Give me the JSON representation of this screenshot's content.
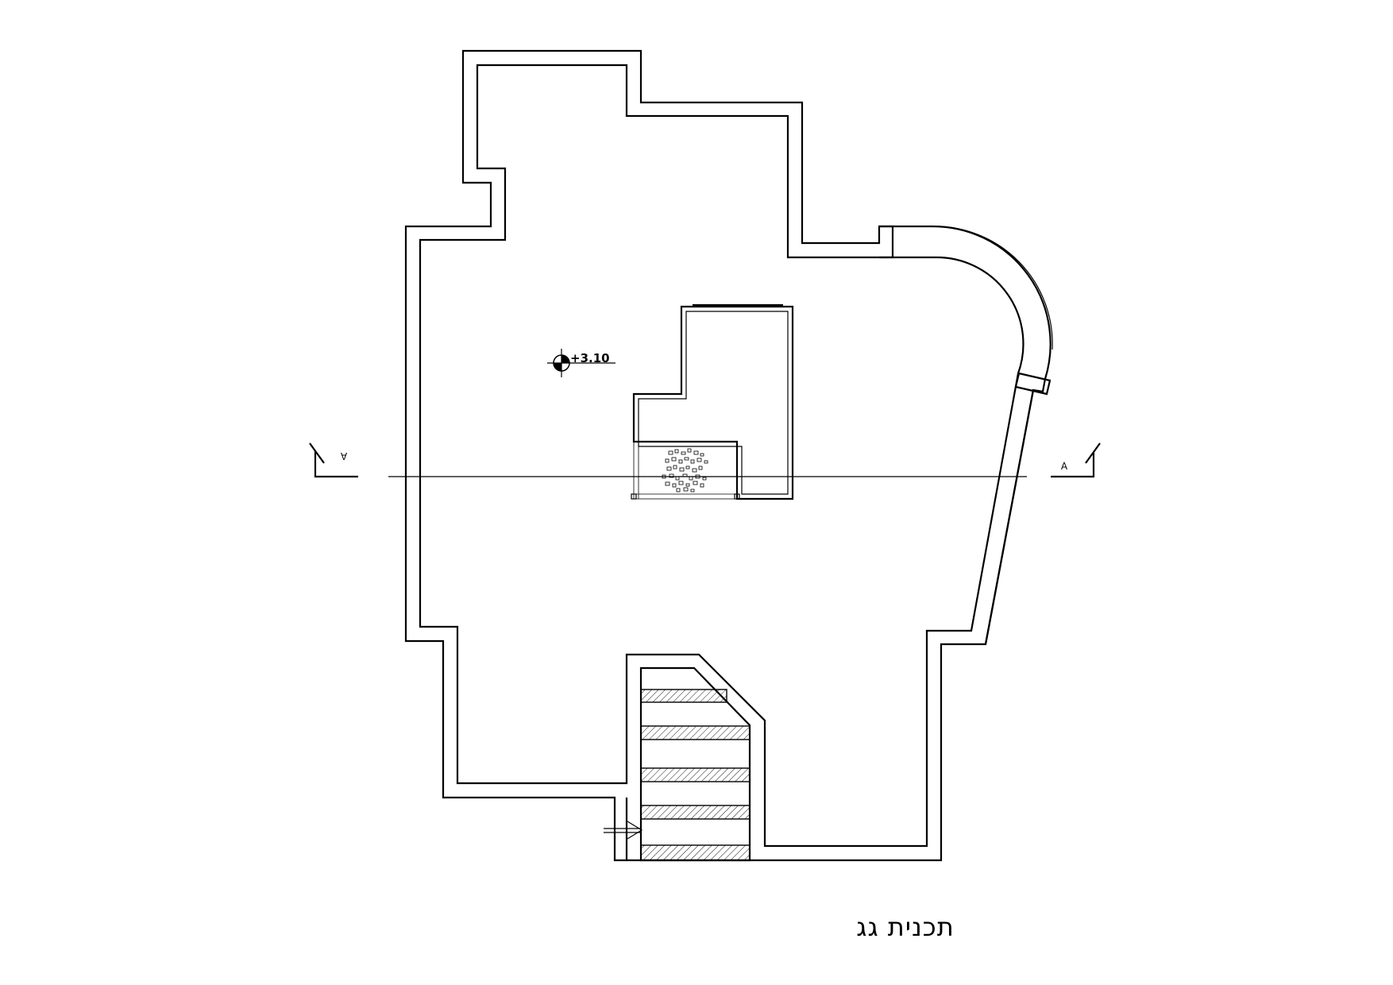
{
  "drawing": {
    "title": "תכנית גג",
    "elevation_mark": "+3.10",
    "section_left_label": "A",
    "section_right_label": "A"
  }
}
